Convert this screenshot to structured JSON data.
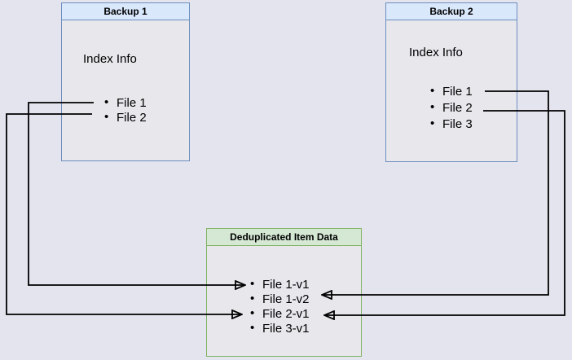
{
  "colors": {
    "page_background": "#e4e4ee",
    "box_fill": "#e8e7eb",
    "blue_border": "#6c8ebf",
    "blue_title_fill": "#dae8fc",
    "green_border": "#82b366",
    "green_title_fill": "#d5e8d4",
    "connector": "#000000"
  },
  "backup1": {
    "title": "Backup 1",
    "subtitle": "Index Info",
    "items": [
      "File 1",
      "File 2"
    ]
  },
  "backup2": {
    "title": "Backup 2",
    "subtitle": "Index Info",
    "items": [
      "File 1",
      "File 2",
      "File 3"
    ]
  },
  "dedup": {
    "title": "Deduplicated Item Data",
    "items": [
      "File 1-v1",
      "File 1-v2",
      "File 2-v1",
      "File 3-v1"
    ]
  },
  "connections": [
    {
      "from": "Backup 1 / File 1",
      "to": "Deduplicated Item Data / File 1-v1",
      "side": "left"
    },
    {
      "from": "Backup 1 / File 2",
      "to": "Deduplicated Item Data / File 2-v1",
      "side": "left"
    },
    {
      "from": "Backup 2 / File 1",
      "to": "Deduplicated Item Data / File 1-v2",
      "side": "right"
    },
    {
      "from": "Backup 2 / File 2",
      "to": "Deduplicated Item Data / File 2-v1",
      "side": "right"
    }
  ]
}
